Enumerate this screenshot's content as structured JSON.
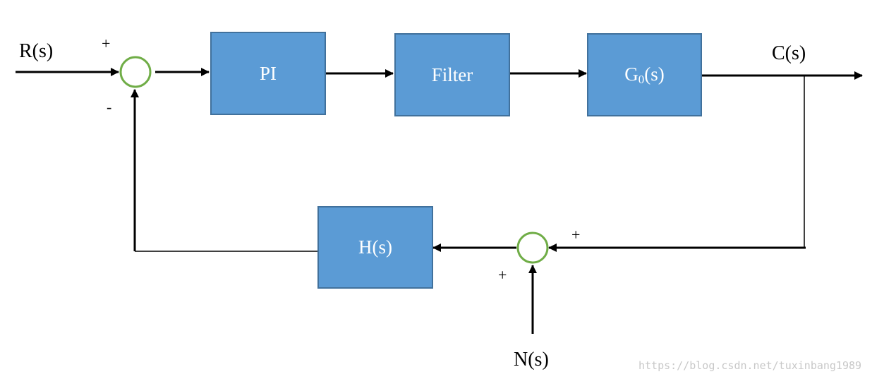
{
  "signals": {
    "reference": "R(s)",
    "output": "C(s)",
    "noise": "N(s)"
  },
  "blocks": {
    "pi": "PI",
    "filter": "Filter",
    "plant_main": "G",
    "plant_sub": "0",
    "plant_suffix": "(s)",
    "feedback": "H(s)"
  },
  "signs": {
    "sum1_plus": "+",
    "sum1_minus": "-",
    "sum2_plus_right": "+",
    "sum2_plus_bottom": "+"
  },
  "watermark": "https://blog.csdn.net/tuxinbang1989",
  "colors": {
    "block_fill": "#5b9bd5",
    "block_border": "#41719c",
    "summer_stroke": "#70ad47",
    "line": "#000000"
  }
}
